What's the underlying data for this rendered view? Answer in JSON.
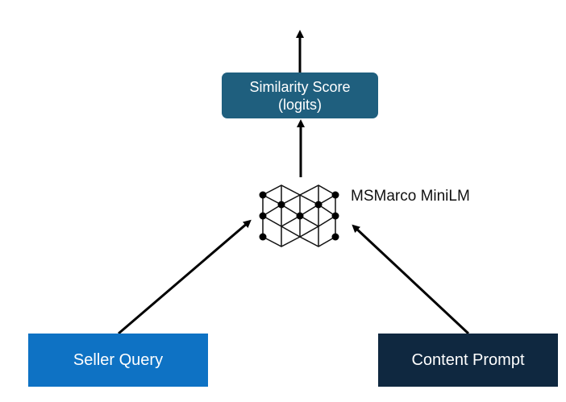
{
  "nodes": {
    "similarity_score": {
      "line1": "Similarity Score",
      "line2": "(logits)"
    },
    "model": {
      "label": "MSMarco MiniLM",
      "icon": "neural-network-cube-icon"
    },
    "seller_query": {
      "label": "Seller Query"
    },
    "content_prompt": {
      "label": "Content Prompt"
    }
  },
  "colors": {
    "score_box": "#1f5f7e",
    "seller_box": "#0e72c4",
    "content_box": "#0f2840",
    "arrow": "#000000"
  }
}
